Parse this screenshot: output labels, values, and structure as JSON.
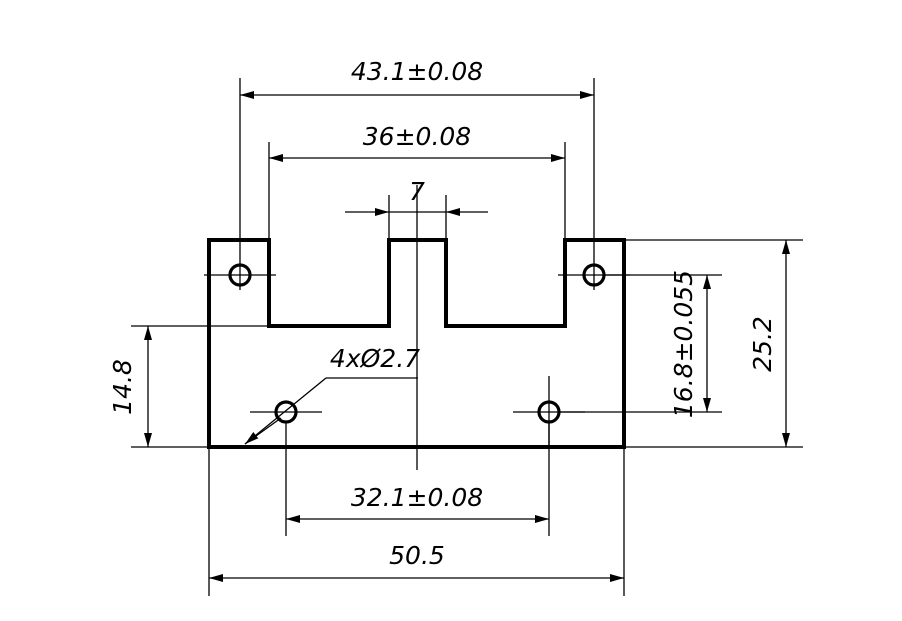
{
  "drawing": {
    "dimensions": {
      "overall_top": "43.1±0.08",
      "inner_top": "36±0.08",
      "slot_width": "7",
      "hole_note": "4xØ2.7",
      "left_height": "14.8",
      "right_inner_height": "16.8±0.055",
      "right_total_height": "25.2",
      "bottom_hole_spacing": "32.1±0.08",
      "overall_width": "50.5"
    }
  }
}
